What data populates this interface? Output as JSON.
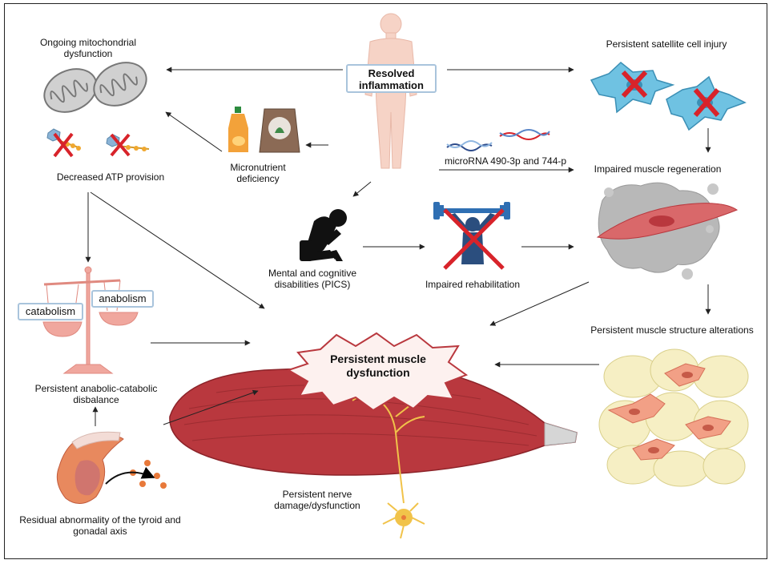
{
  "labels": {
    "resolved_inflammation": "Resolved inflammation",
    "ongoing_mito": "Ongoing mitochondrial dysfunction",
    "decreased_atp": "Decreased ATP provision",
    "micronutrient": "Micronutrient deficiency",
    "satellite": "Persistent satellite cell injury",
    "microrna": "microRNA 490-3p and 744-p",
    "impaired_regen": "Impaired muscle regeneration",
    "mental": "Mental and cognitive disabilities (PICS)",
    "impaired_rehab": "Impaired rehabilitation",
    "catabolism": "catabolism",
    "anabolism": "anabolism",
    "anabolic_catabolic": "Persistent anabolic-catabolic disbalance",
    "muscle_dysfunction": "Persistent muscle dysfunction",
    "structure_alterations": "Persistent muscle structure alterations",
    "nerve": "Persistent nerve damage/dysfunction",
    "thyroid": "Residual abnormality of the tyroid and gonadal axis"
  },
  "colors": {
    "muscle": "#b9383e",
    "muscle_light": "#d9686a",
    "skin": "#f6d3c6",
    "cross": "#d8232a",
    "satellite_cell": "#6fc2e2",
    "box_border": "#a9c4dc",
    "fat_cell": "#f6efc4",
    "nerve": "#f1c34a",
    "scale": "#f0a79e"
  }
}
